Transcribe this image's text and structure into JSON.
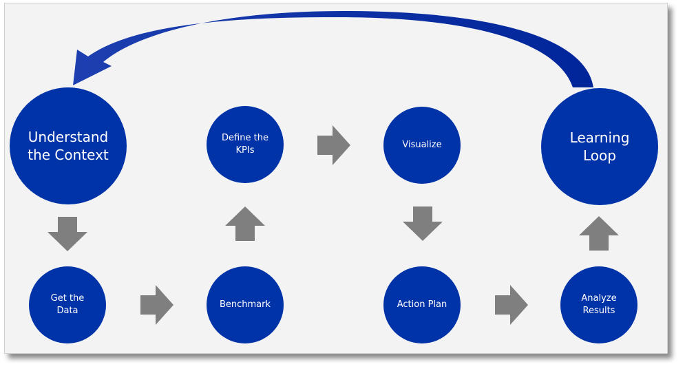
{
  "diagram": {
    "nodes": [
      {
        "id": "understand",
        "label": "Understand\nthe Context"
      },
      {
        "id": "define",
        "label": "Define the\nKPIs"
      },
      {
        "id": "visualize",
        "label": "Visualize"
      },
      {
        "id": "learning",
        "label": "Learning\nLoop"
      },
      {
        "id": "get-data",
        "label": "Get the\nData"
      },
      {
        "id": "benchmark",
        "label": "Benchmark"
      },
      {
        "id": "action-plan",
        "label": "Action Plan"
      },
      {
        "id": "analyze",
        "label": "Analyze\nResults"
      }
    ],
    "colors": {
      "node": "#0033a8",
      "arrow": "#7f7f7f",
      "loop_arrow": "#0033a8",
      "background": "#f3f3f4"
    }
  }
}
